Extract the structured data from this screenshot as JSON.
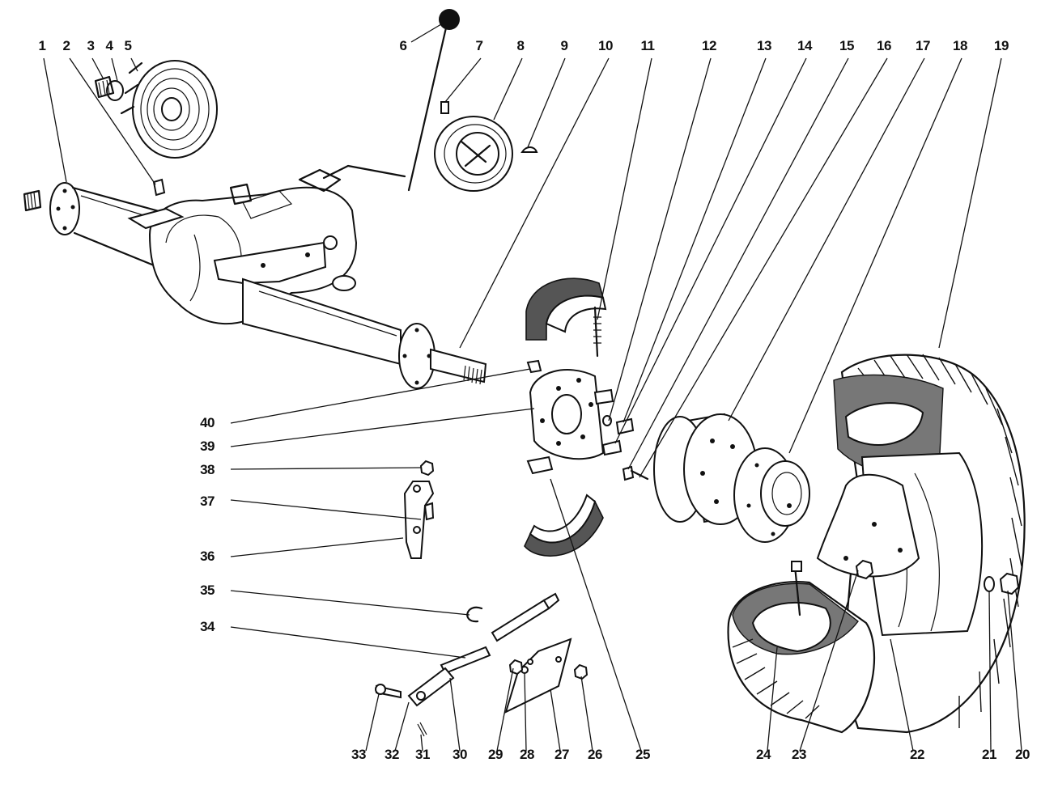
{
  "diagram": {
    "callouts": [
      {
        "label": "1"
      },
      {
        "label": "2"
      },
      {
        "label": "3"
      },
      {
        "label": "4"
      },
      {
        "label": "5"
      },
      {
        "label": "6"
      },
      {
        "label": "7"
      },
      {
        "label": "8"
      },
      {
        "label": "9"
      },
      {
        "label": "10"
      },
      {
        "label": "11"
      },
      {
        "label": "12"
      },
      {
        "label": "13"
      },
      {
        "label": "14"
      },
      {
        "label": "15"
      },
      {
        "label": "16"
      },
      {
        "label": "17"
      },
      {
        "label": "18"
      },
      {
        "label": "19"
      },
      {
        "label": "20"
      },
      {
        "label": "21"
      },
      {
        "label": "22"
      },
      {
        "label": "23"
      },
      {
        "label": "24"
      },
      {
        "label": "25"
      },
      {
        "label": "26"
      },
      {
        "label": "27"
      },
      {
        "label": "28"
      },
      {
        "label": "29"
      },
      {
        "label": "30"
      },
      {
        "label": "31"
      },
      {
        "label": "32"
      },
      {
        "label": "33"
      },
      {
        "label": "34"
      },
      {
        "label": "35"
      },
      {
        "label": "36"
      },
      {
        "label": "37"
      },
      {
        "label": "38"
      },
      {
        "label": "39"
      },
      {
        "label": "40"
      }
    ],
    "colors": {
      "ink": "#111111",
      "paper": "#ffffff"
    }
  }
}
